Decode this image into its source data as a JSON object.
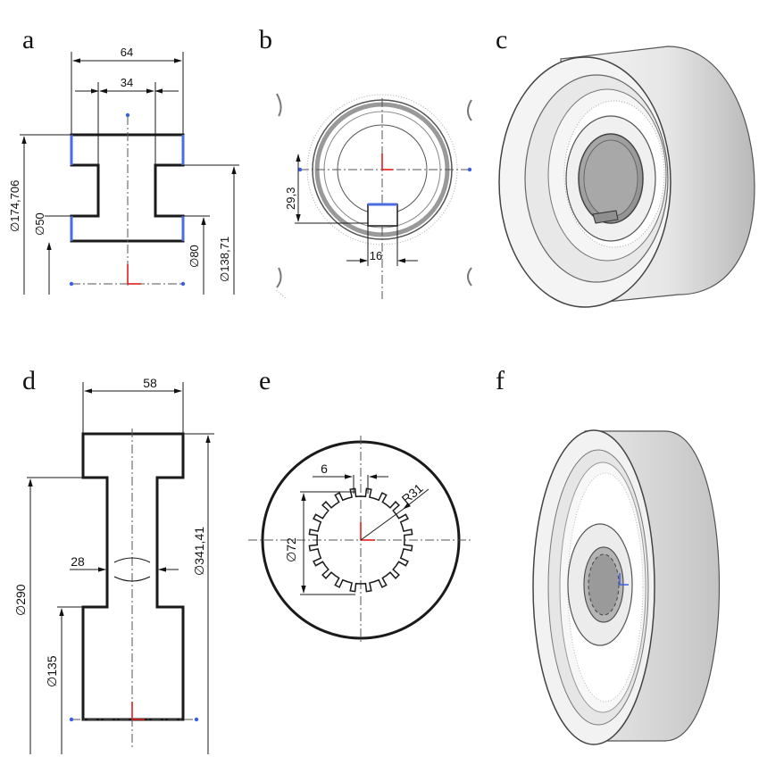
{
  "panels": {
    "a": {
      "letter": "a",
      "dims": {
        "width_outer": "64",
        "width_inner": "34",
        "dia_outer": "∅174,706",
        "dia_hub": "∅50",
        "dia_mid": "∅80",
        "dia_flange": "∅138,71"
      }
    },
    "b": {
      "letter": "b",
      "dims": {
        "key_depth": "29,3",
        "key_width": "16"
      }
    },
    "c": {
      "letter": "c"
    },
    "d": {
      "letter": "d",
      "dims": {
        "width": "58",
        "web": "28",
        "dia_mid": "∅290",
        "dia_hub": "∅135",
        "dia_outer": "∅341,41"
      }
    },
    "e": {
      "letter": "e",
      "dims": {
        "spline_width": "6",
        "dia": "∅72",
        "radius": "R31"
      }
    },
    "f": {
      "letter": "f"
    }
  },
  "colors": {
    "line": "#1a1a1a",
    "blue_highlight": "#4a6ee0",
    "origin_red": "#e21c1c",
    "render_face": "#f3f3f3",
    "render_shade": "#c9c9c9"
  }
}
